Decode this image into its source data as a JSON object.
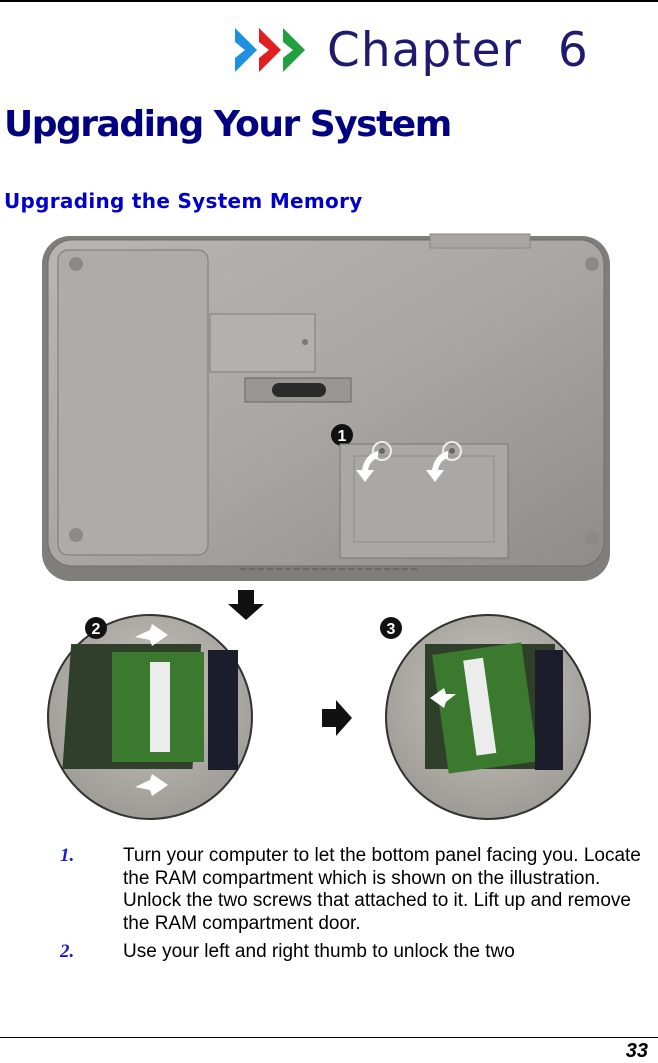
{
  "header": {
    "chapter_label": "Chapter",
    "chapter_number": "6",
    "arrow_colors": [
      "#1e90e0",
      "#e02020",
      "#20a040"
    ],
    "title_color": "#1f1a6e"
  },
  "page_title": "Upgrading Your System",
  "section_title": "Upgrading the System Memory",
  "figure": {
    "callouts": [
      "1",
      "2",
      "3"
    ],
    "description": "Laptop bottom panel with RAM compartment door and two screws; close-ups showing RAM module release and removal"
  },
  "steps": [
    {
      "number": "1.",
      "text": "Turn your computer to let the bottom panel facing you. Locate the RAM compartment which is shown on the illustration. Unlock the two screws that attached to it. Lift up and remove the RAM compartment door."
    },
    {
      "number": "2.",
      "text": "Use your left and right thumb to unlock the two"
    }
  ],
  "footer": {
    "page_number": "33"
  }
}
